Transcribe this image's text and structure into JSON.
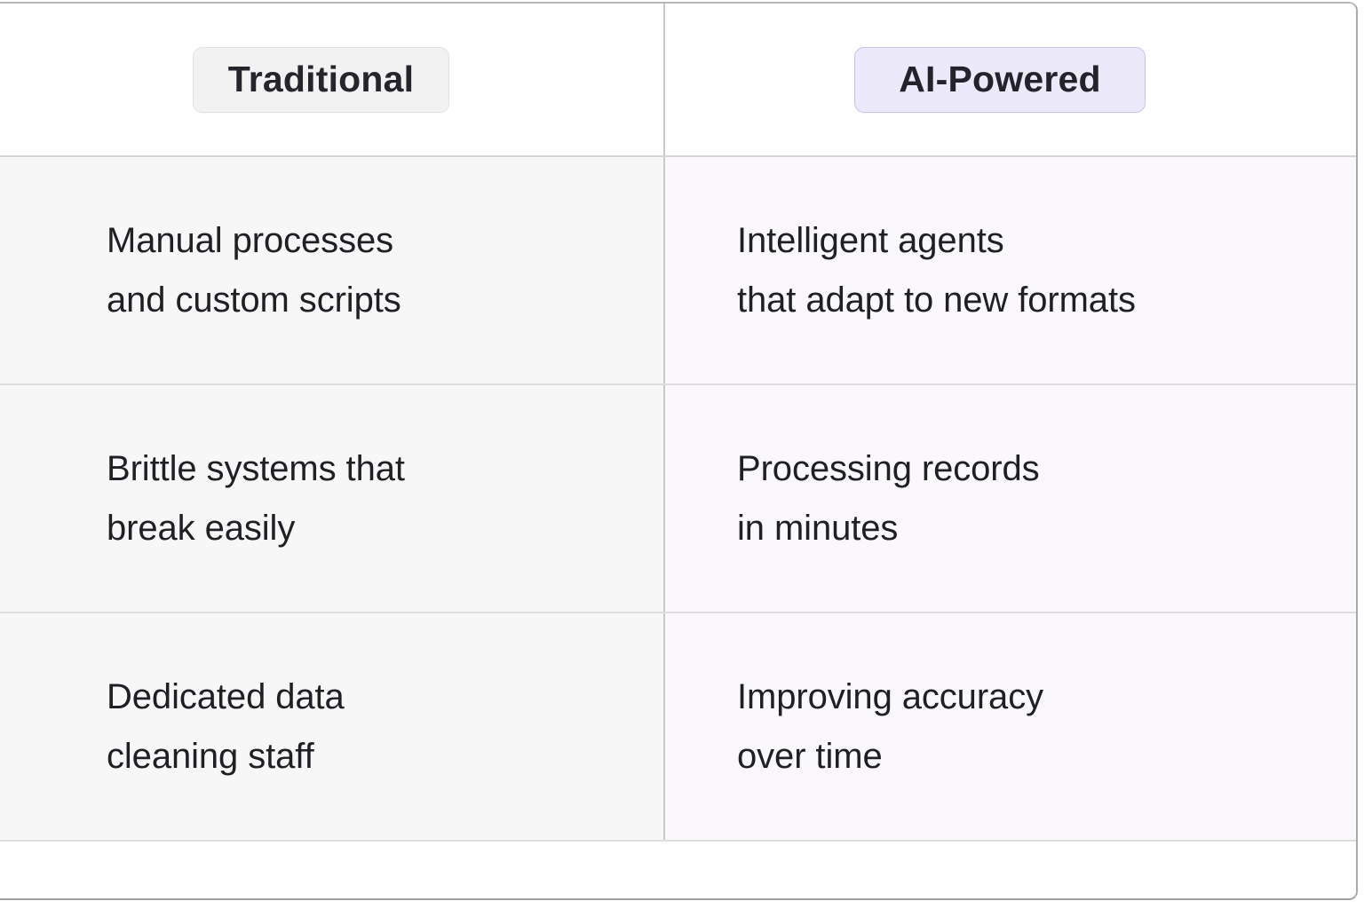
{
  "table": {
    "columns": [
      {
        "key": "traditional",
        "badge_label": "Traditional",
        "badge_style": "neutral"
      },
      {
        "key": "ai_powered",
        "badge_label": "AI-Powered",
        "badge_style": "accent"
      }
    ],
    "rows": [
      {
        "traditional": "Manual processes\nand custom scripts",
        "ai_powered": "Intelligent agents\nthat adapt to new formats"
      },
      {
        "traditional": "Brittle systems that\nbreak easily",
        "ai_powered": "Processing records\nin minutes"
      },
      {
        "traditional": "Dedicated data\ncleaning staff",
        "ai_powered": "Improving accuracy\nover time"
      }
    ]
  },
  "colors": {
    "badge_neutral_bg": "#f2f2f3",
    "badge_neutral_border": "#e2e2e4",
    "badge_accent_bg": "#ece9fb",
    "badge_accent_border": "#c9c0ef",
    "cell_left_bg": "#f7f7f8",
    "cell_right_bg": "#faf8fd",
    "text": "#1f2024",
    "border": "#dededf"
  }
}
